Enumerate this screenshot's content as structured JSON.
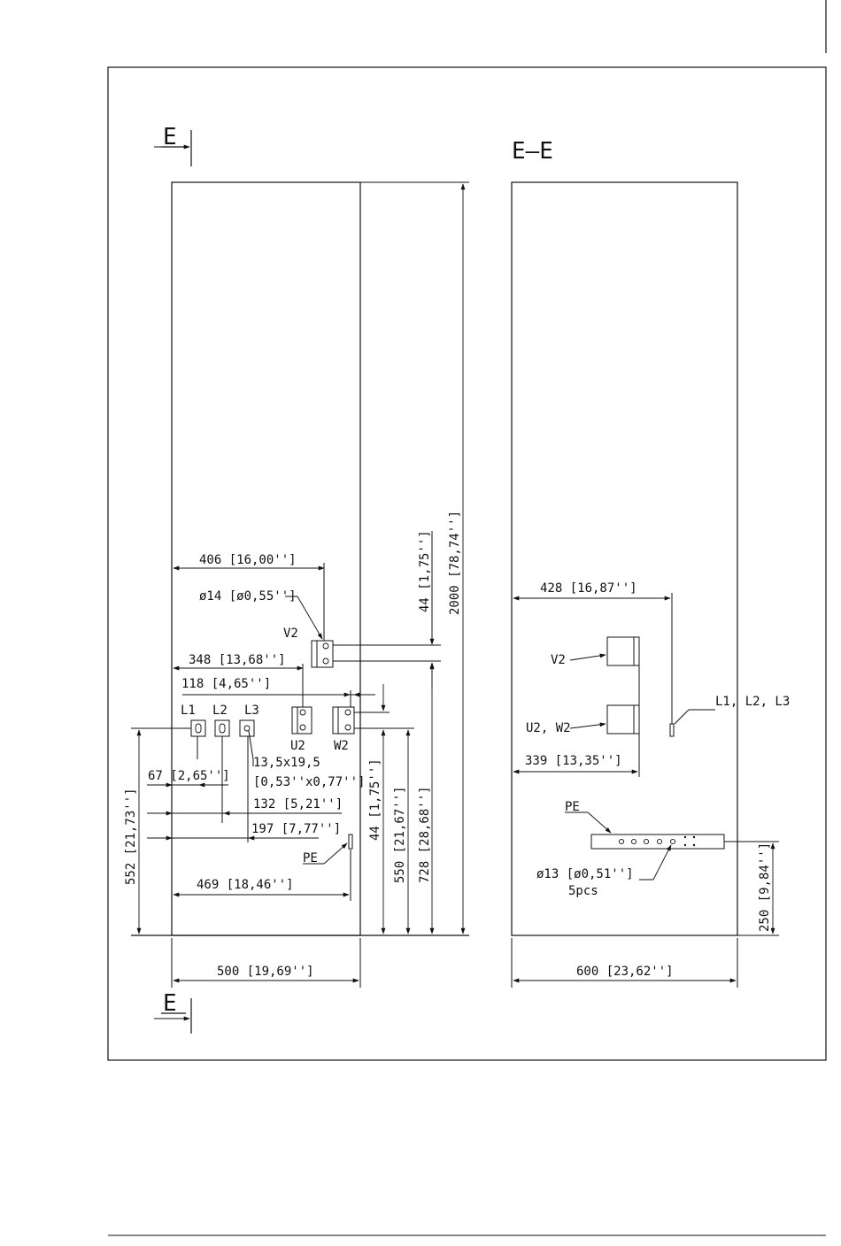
{
  "section": {
    "marker_top": "E",
    "marker_bottom": "E",
    "title": "E–E"
  },
  "left_view": {
    "dims": {
      "d406": "406 [16,00'']",
      "d14": "ø14 [ø0,55'']",
      "d348": "348 [13,68'']",
      "d118": "118 [4,65'']",
      "d67": "67 [2,65'']",
      "d132": "132 [5,21'']",
      "d197": "197 [7,77'']",
      "d469": "469 [18,46'']",
      "d500": "500 [19,69'']",
      "d552": "552 [21,73'']",
      "d44a": "44 [1,75'']",
      "d44b": "44 [1,75'']",
      "d550": "550 [21,67'']",
      "d728": "728 [28,68'']",
      "d2000": "2000 [78,74'']",
      "hole1": "13,5x19,5",
      "hole2": "[0,53''x0,77'']"
    },
    "labels": {
      "l1": "L1",
      "l2": "L2",
      "l3": "L3",
      "v2": "V2",
      "u2": "U2",
      "w2": "W2",
      "pe": "PE"
    }
  },
  "right_view": {
    "dims": {
      "d428": "428 [16,87'']",
      "d339": "339 [13,35'']",
      "d600": "600 [23,62'']",
      "d250": "250 [9,84'']",
      "d13": "ø13 [ø0,51'']",
      "pcs": "5pcs"
    },
    "labels": {
      "v2": "V2",
      "u2w2": "U2, W2",
      "l123": "L1, L2, L3",
      "pe": "PE"
    }
  }
}
